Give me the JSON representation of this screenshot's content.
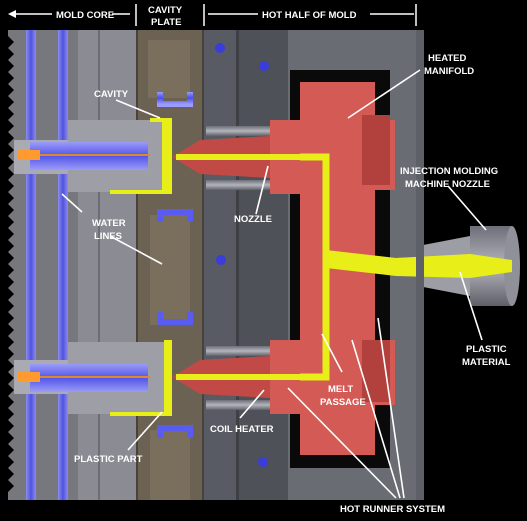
{
  "headers": {
    "mold_core": "MOLD CORE",
    "cavity_plate_line1": "CAVITY",
    "cavity_plate_line2": "PLATE",
    "hot_half": "HOT HALF OF MOLD"
  },
  "labels": {
    "cavity": "CAVITY",
    "heated_manifold_line1": "HEATED",
    "heated_manifold_line2": "MANIFOLD",
    "injection_nozzle_line1": "INJECTION MOLDING",
    "injection_nozzle_line2": "MACHINE NOZZLE",
    "water_lines_line1": "WATER",
    "water_lines_line2": "LINES",
    "nozzle": "NOZZLE",
    "plastic_material_line1": "PLASTIC",
    "plastic_material_line2": "MATERIAL",
    "melt_passage_line1": "MELT",
    "melt_passage_line2": "PASSAGE",
    "coil_heater": "COIL HEATER",
    "plastic_part": "PLASTIC PART",
    "hot_runner_system": "HOT RUNNER SYSTEM"
  },
  "colors": {
    "background": "#000000",
    "plate_gray": "#76787e",
    "core_gray": "#8e8f96",
    "cavity_plate_brown": "#6b6253",
    "hot_half_dark": "#595b64",
    "manifold_red": "#d45a55",
    "plastic_yellow": "#e8ef18",
    "water_blue": "#5a5cf0",
    "heater_orange": "#d98a2a"
  }
}
